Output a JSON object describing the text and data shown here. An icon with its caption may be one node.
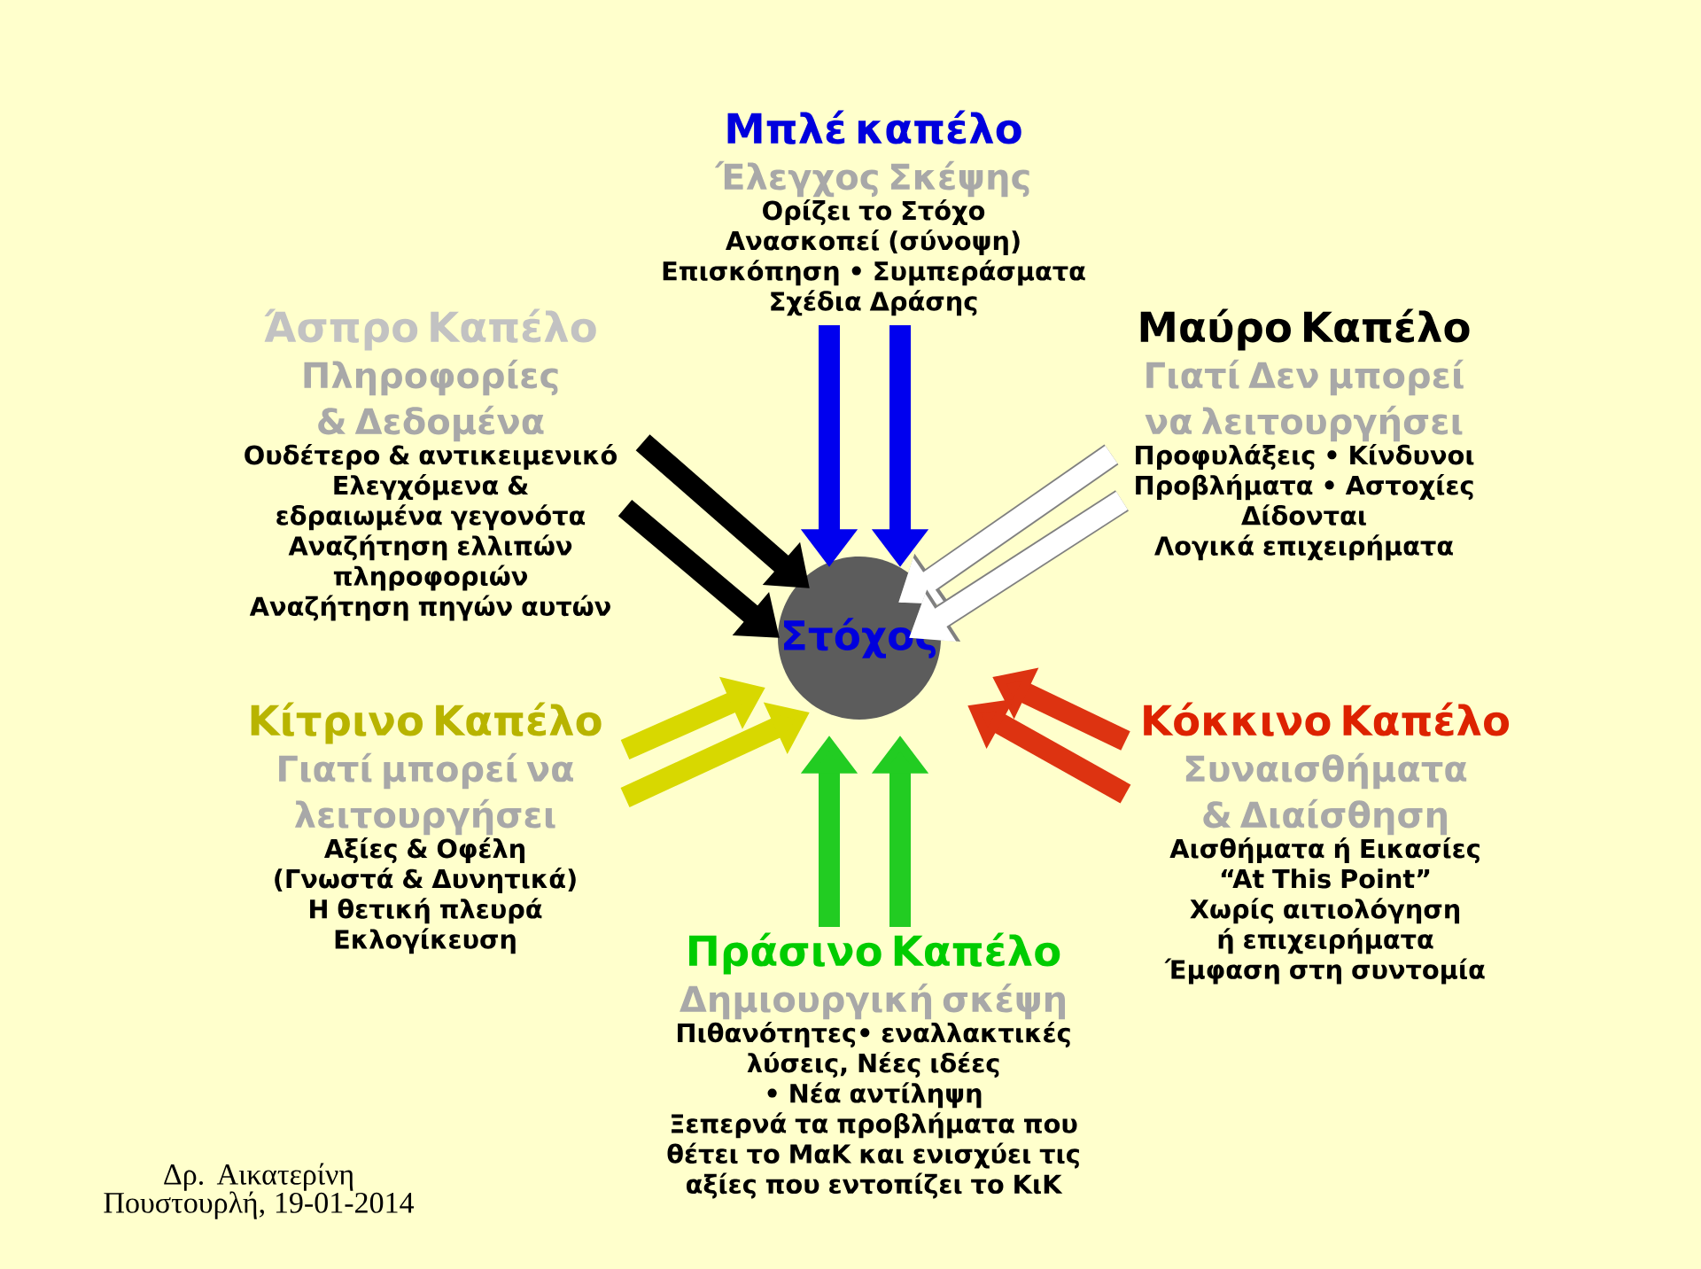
{
  "diagram": {
    "nodes": [
      {
        "text": [
          "Άσπρο Καπέλο",
          "Πληροφορίες & Δεδομένα",
          "Ουδέτερο & αντικειμενικό",
          "Ελεγχόμενα & εδραιωμένα γεγονότα",
          "Αναζήτηση ελλιπών πληροφοριών",
          "Αναζήτηση πηγών αυτών"
        ]
      },
      {
        "text": [
          "Μπλέ καπέλο",
          "Έλεγχος Σκέψης",
          "Ορίζει το Στόχο",
          "Ανασκοπεί (σύνοψη)",
          "Επισκόπηση • Συμπεράσματα",
          "Σχέδια Δράσης"
        ]
      },
      {
        "text": [
          "Μαύρο Καπέλο",
          "Γιατί Δεν μπορεί να λειτουργήσει",
          "Προφυλάξεις • Κίνδυνοι",
          "Προβλήματα • Αστοχίες",
          "Δίδονται",
          "Λογικά επιχειρήματα"
        ]
      },
      {
        "text": [
          "Κίτρινο Καπέλο",
          "Γιατί μπορεί να λειτουργήσει",
          "Αξίες & Οφέλη",
          "(Γνωστά & Δυνητικά)",
          "Η θετική πλευρά",
          "Εκλογίκευση"
        ]
      },
      {
        "text": [
          "Πράσινο Καπέλο",
          "Δημιουργική σκέψη",
          "Πιθανότητες• εναλλακτικές λύσεις, Νέες ιδέες • Νέα αντίληψη",
          "Ξεπερνά τα προβλήματα που θέτει το ΜαΚ και ενισχύει τις αξίες που εντοπίζει το ΚιΚ"
        ]
      },
      {
        "text": [
          "Κόκκινο Καπέλο",
          "Συναισθήματα & Διαίσθηση",
          "Αισθήματα ή Εικασίες",
          "“At This Point”",
          "Χωρίς αιτιολόγηση ή επιχειρήματα",
          "Έμφαση στη συντομία"
        ]
      },
      {
        "text": [
          "Στόχος"
        ]
      }
    ],
    "edges": [
      {
        "from": 0,
        "to": 6,
        "arrow": "to",
        "color": "#000000"
      },
      {
        "from": 0,
        "to": 6,
        "arrow": "to",
        "color": "#000000"
      },
      {
        "from": 1,
        "to": 6,
        "arrow": "to",
        "color": "#0000ee"
      },
      {
        "from": 1,
        "to": 6,
        "arrow": "to",
        "color": "#0000ee"
      },
      {
        "from": 2,
        "to": 6,
        "arrow": "to",
        "color": "#ffffff"
      },
      {
        "from": 2,
        "to": 6,
        "arrow": "to",
        "color": "#ffffff"
      },
      {
        "from": 3,
        "to": 6,
        "arrow": "to",
        "color": "#d8d800"
      },
      {
        "from": 3,
        "to": 6,
        "arrow": "to",
        "color": "#d8d800"
      },
      {
        "from": 4,
        "to": 6,
        "arrow": "to",
        "color": "#22cc22"
      },
      {
        "from": 4,
        "to": 6,
        "arrow": "to",
        "color": "#22cc22"
      },
      {
        "from": 5,
        "to": 6,
        "arrow": "to",
        "color": "#dd3311"
      },
      {
        "from": 5,
        "to": 6,
        "arrow": "to",
        "color": "#dd3311"
      }
    ],
    "labels": [
      "Δρ. Αικατερίνη Πουστουρλή, 19-01-2014"
    ]
  }
}
